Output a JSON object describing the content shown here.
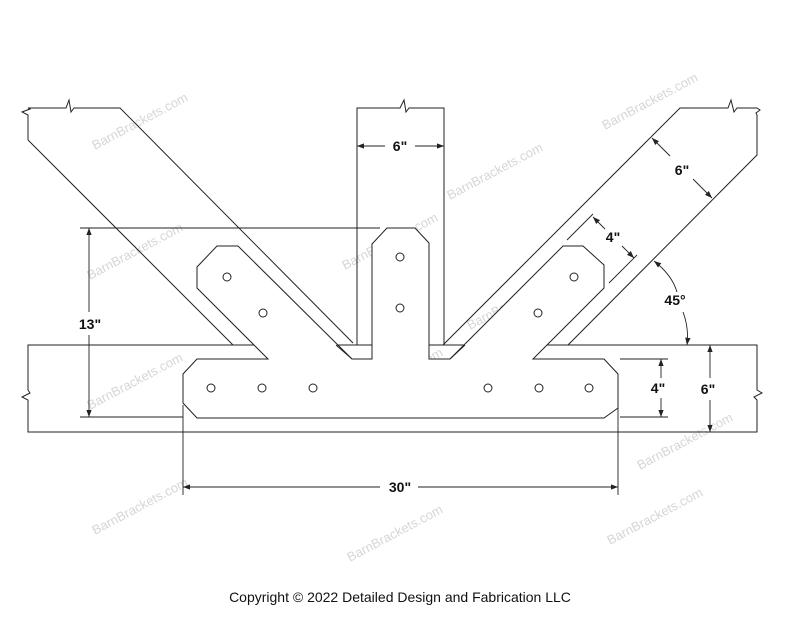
{
  "watermark": "BarnBrackets.com",
  "dimensions": {
    "post_width": "6\"",
    "height_total": "13\"",
    "diagonal_width": "6\"",
    "arm_width": "4\"",
    "angle": "45°",
    "plate_leg_height": "4\"",
    "beam_height": "6\"",
    "plate_length": "30\""
  },
  "copyright": "Copyright © 2022 Detailed Design and Fabrication LLC"
}
